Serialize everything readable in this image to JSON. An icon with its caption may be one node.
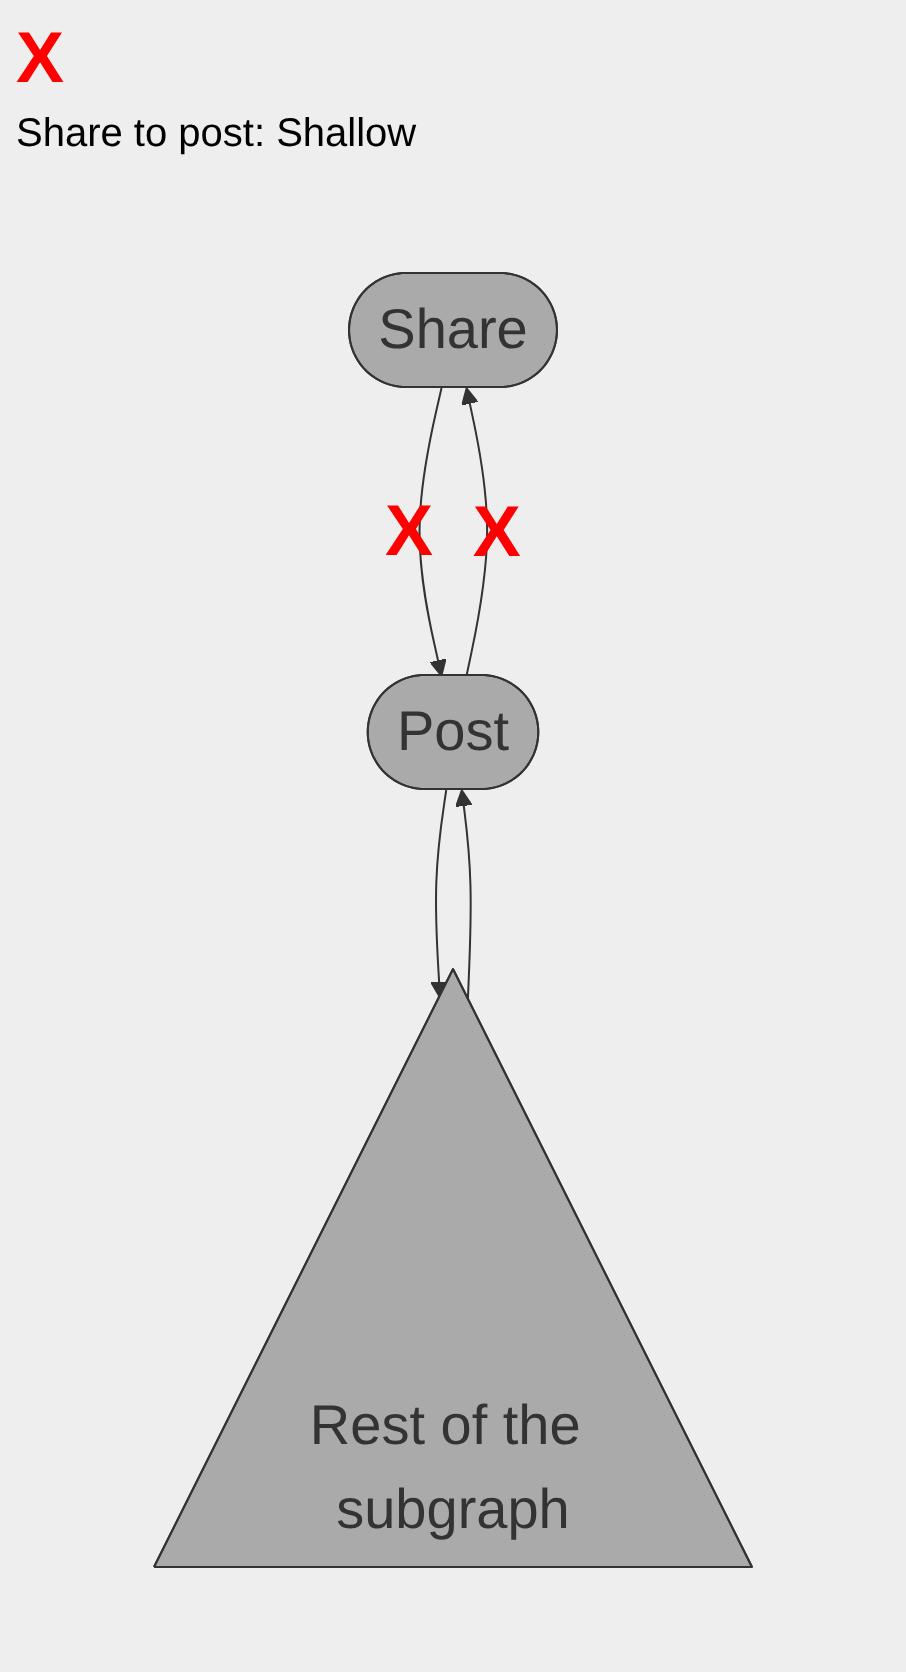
{
  "diagram": {
    "nodes": [
      {
        "text": [
          "Share"
        ]
      },
      {
        "text": [
          "Post"
        ]
      },
      {
        "text": [
          "Rest of the subgraph"
        ]
      }
    ],
    "edges": [
      {
        "from": 0,
        "to": 1,
        "arrow": "to",
        "label": "X"
      },
      {
        "from": 1,
        "to": 0,
        "arrow": "to",
        "label": "X"
      },
      {
        "from": 1,
        "to": 2,
        "arrow": "to"
      },
      {
        "from": 2,
        "to": 1,
        "arrow": "to"
      }
    ],
    "labels": [
      "X",
      "Share to post: Shallow"
    ]
  }
}
